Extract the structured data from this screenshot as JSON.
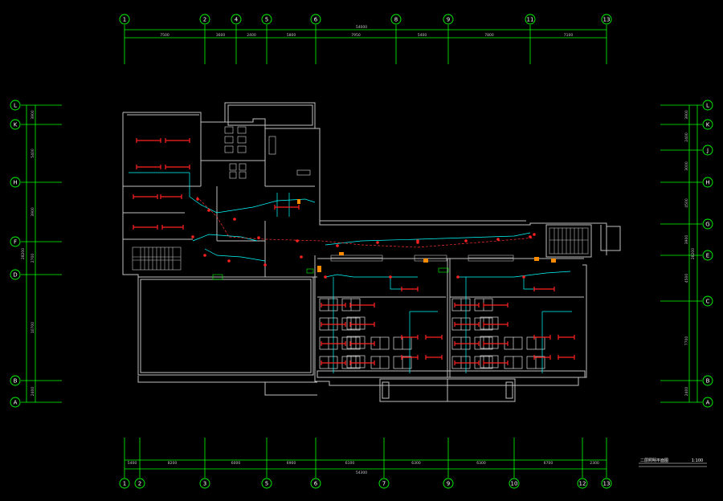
{
  "drawing": {
    "title": "二层照明平面图",
    "scale": "1:100",
    "colors": {
      "background": "#000000",
      "axis": "#00ff00",
      "walls": "#c0c0c0",
      "wiring": "#00ffff",
      "fixtures": "#ff2020",
      "label": "#ffffff"
    }
  },
  "axes_top": [
    {
      "label": "1"
    },
    {
      "label": "2"
    },
    {
      "label": "4"
    },
    {
      "label": "5"
    },
    {
      "label": "6"
    },
    {
      "label": "8"
    },
    {
      "label": "9"
    },
    {
      "label": "11"
    },
    {
      "label": "13"
    }
  ],
  "axes_bottom": [
    {
      "label": "1"
    },
    {
      "label": "2"
    },
    {
      "label": "3"
    },
    {
      "label": "5"
    },
    {
      "label": "6"
    },
    {
      "label": "7"
    },
    {
      "label": "9"
    },
    {
      "label": "10"
    },
    {
      "label": "12"
    },
    {
      "label": "13"
    }
  ],
  "axes_left": [
    {
      "label": "L"
    },
    {
      "label": "K"
    },
    {
      "label": "H"
    },
    {
      "label": "F"
    },
    {
      "label": "D"
    },
    {
      "label": "B"
    },
    {
      "label": "A"
    }
  ],
  "axes_right": [
    {
      "label": "L"
    },
    {
      "label": "K"
    },
    {
      "label": "J"
    },
    {
      "label": "H"
    },
    {
      "label": "G"
    },
    {
      "label": "E"
    },
    {
      "label": "C"
    },
    {
      "label": "B"
    },
    {
      "label": "A"
    }
  ],
  "dims_top": [
    "7500",
    "3600",
    "2400",
    "5800",
    "7950",
    "5400",
    "7800",
    "7100"
  ],
  "dims_top_total": "54000",
  "dims_bottom": [
    "5400",
    "8200",
    "6000",
    "6900",
    "6100",
    "6300",
    "6300",
    "6700",
    "2300"
  ],
  "dims_bottom_total": "54300",
  "dims_left": [
    "3900",
    "5400",
    "3900",
    "2700",
    "10700",
    "2400"
  ],
  "dims_left_total": "28200",
  "dims_right": [
    "3900",
    "2400",
    "3000",
    "4500",
    "3900",
    "4500",
    "7700",
    "2400"
  ],
  "dims_right_total": "28200"
}
